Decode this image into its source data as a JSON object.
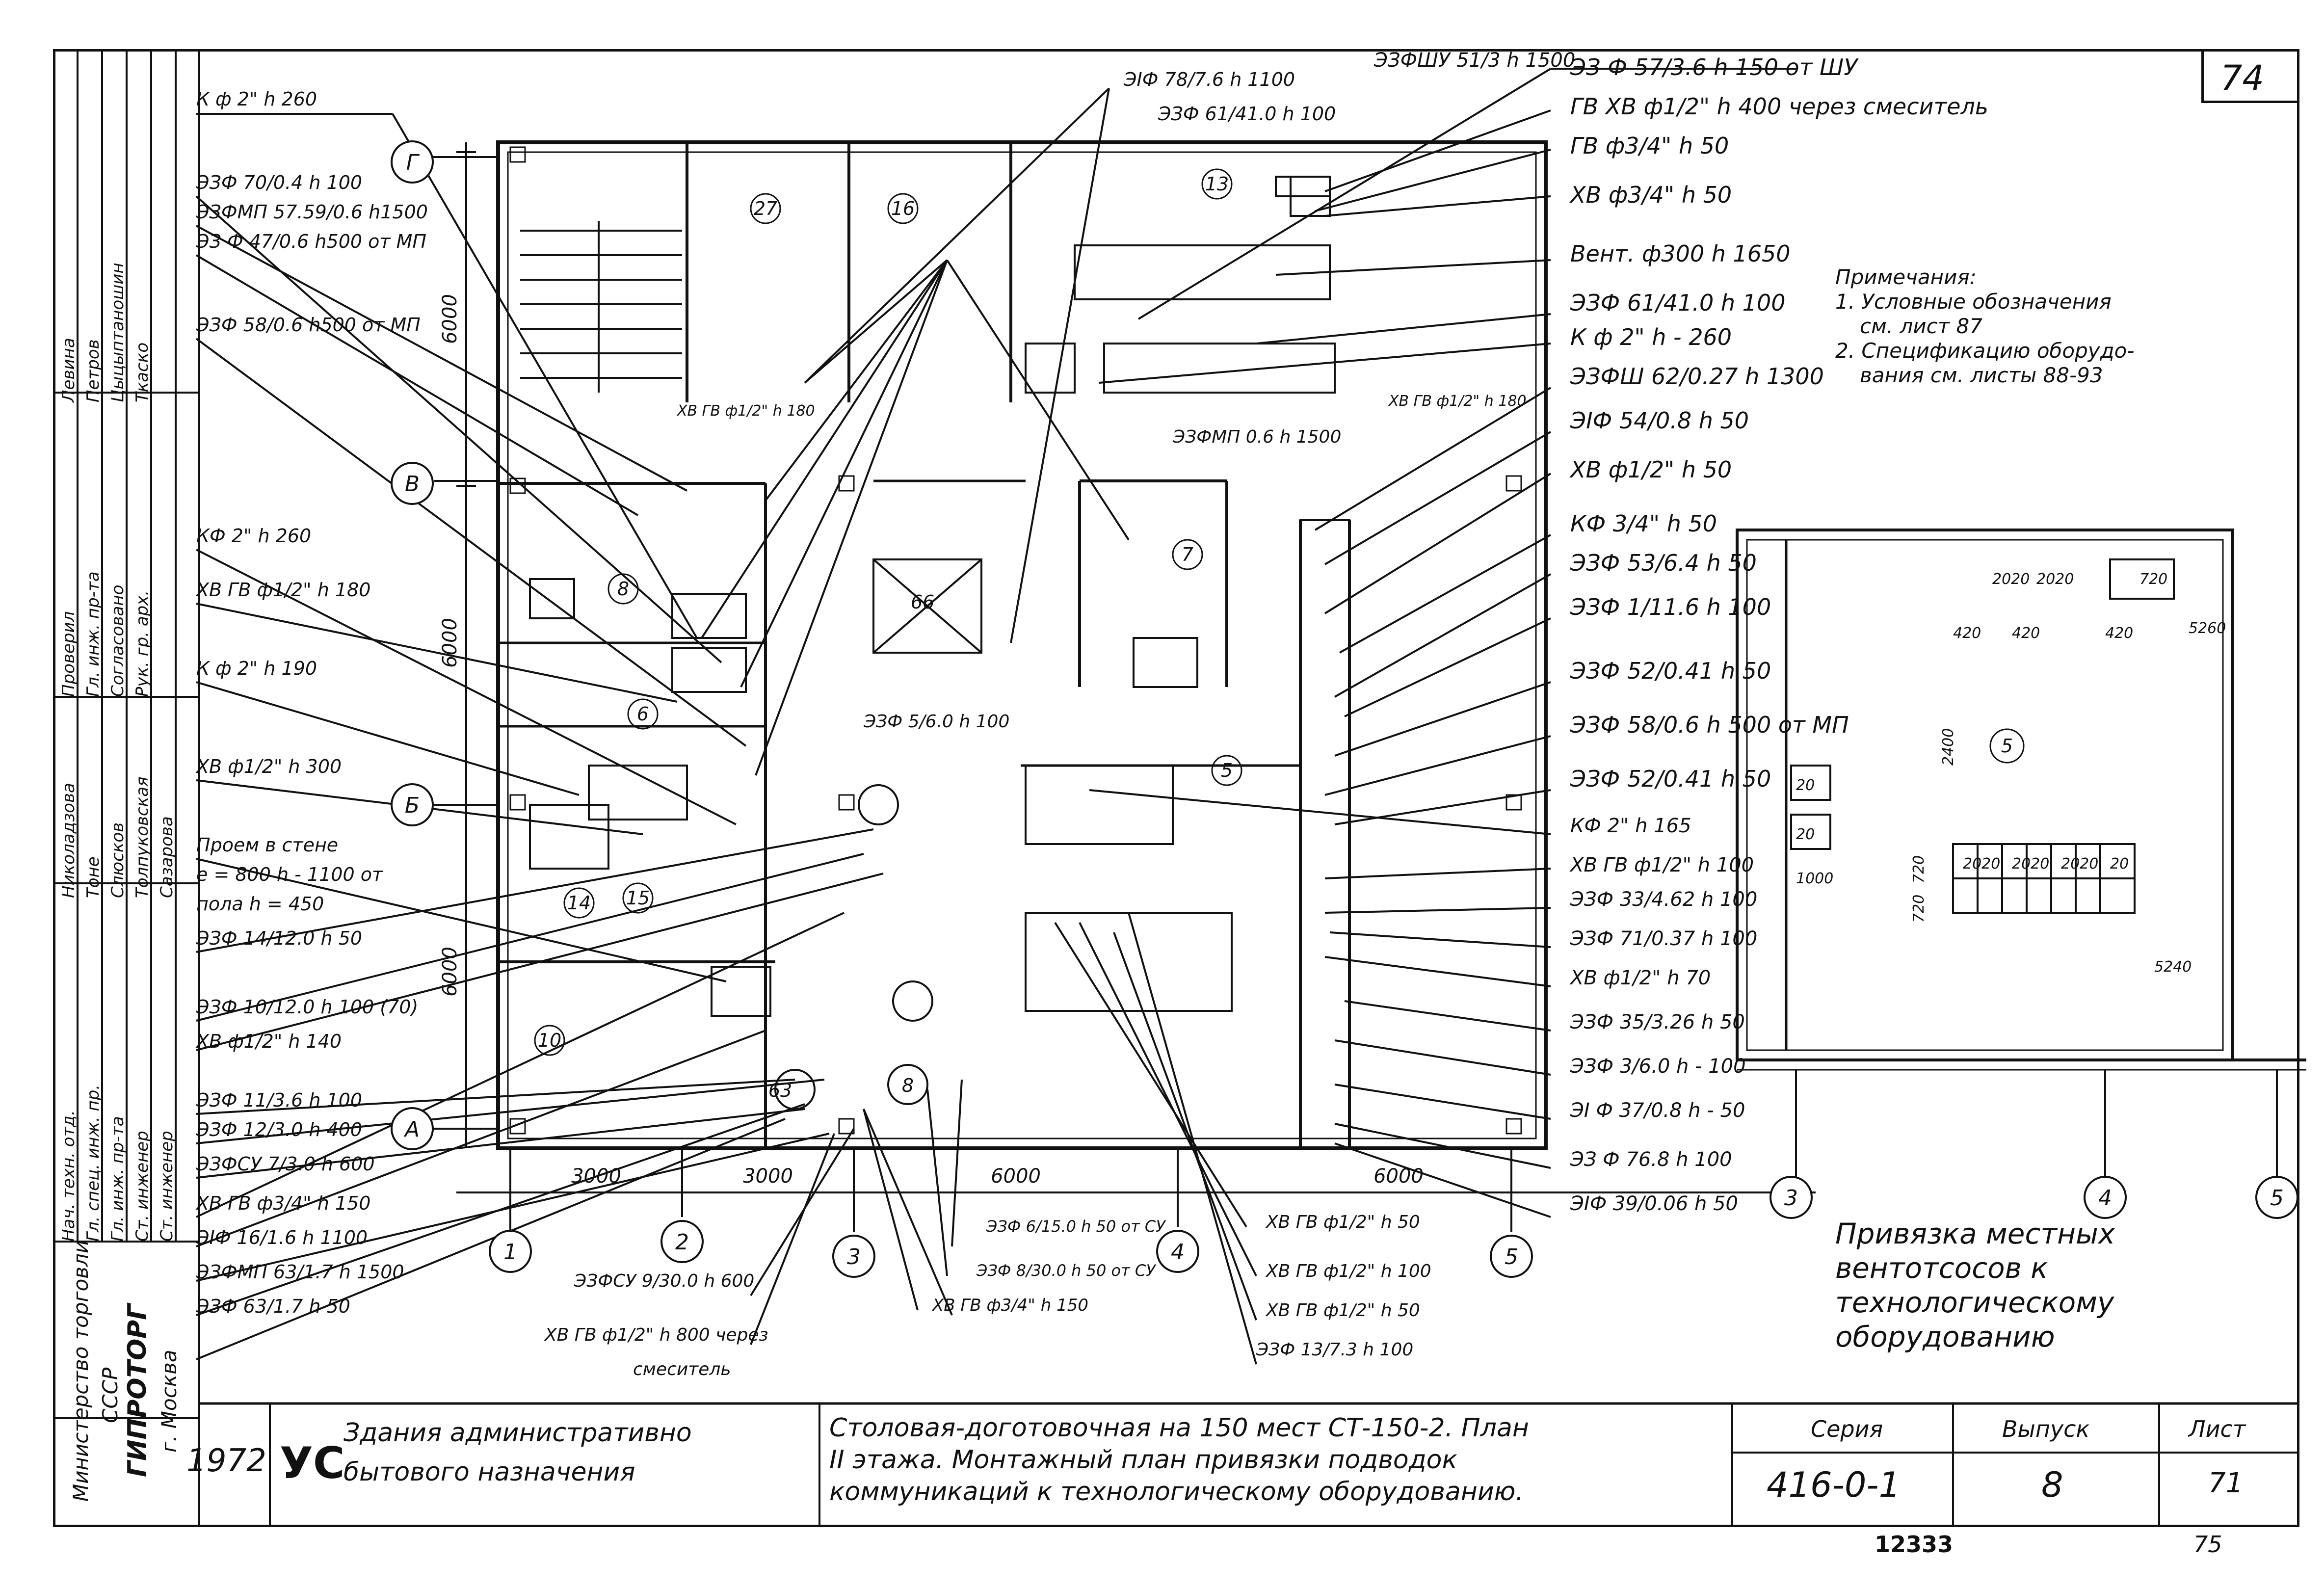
{
  "sheet_corner": "74",
  "notes": {
    "title": "Примечания:",
    "line1": "1. Условные обозначения",
    "line2": "см. лист 87",
    "line3": "2. Спецификацию оборудо-",
    "line4": "вания см. листы 88-93"
  },
  "caption": [
    "Привязка местных",
    "вентотсосов к",
    "технологическому",
    "оборудованию"
  ],
  "left_labels": [
    "К ф 2\" h 260",
    "ЭЗФ 70/0.4 h 100",
    "ЭЗФМП 57.59/0.6 h1500",
    "ЭЗ Ф 47/0.6 h500 от МП",
    "ЭЗФ 58/0.6 h500 от МП",
    "КФ 2\" h 260",
    "ХВ ГВ ф1/2\" h 180",
    "К ф 2\" h 190",
    "ХВ ф1/2\" h 300",
    "Проем в стене",
    "е = 800 h - 1100 от",
    "пола h = 450",
    "ЭЗФ 14/12.0 h 50",
    "ЭЗФ 10/12.0 h 100 (70)",
    "ХВ ф1/2\" h 140",
    "ЭЗФ 11/3.6 h 100",
    "ЭЗФ 12/3.0 h 400",
    "ЭЗФСУ 7/3.0 h 600",
    "ХВ ГВ ф3/4\" h 150",
    "ЭIФ 16/1.6 h 1100",
    "ЭЗФМП 63/1.7 h 1500",
    "ЭЗФ 63/1.7 h 50"
  ],
  "right_labels": [
    "ЭЗФШУ 51/3 h 1500",
    "ЭЗ Ф 57/3.6 h 150 от ШУ",
    "ГВ ХВ ф1/2\" h 400 через смеситель",
    "ГВ ф3/4\" h 50",
    "ХВ ф3/4\" h 50",
    "Вент. ф300 h 1650",
    "ЭЗФ 61/41.0 h 100",
    "К ф 2\" h - 260",
    "ЭЗФШ 62/0.27 h 1300",
    "ЭIФ 54/0.8 h 50",
    "ХВ ф1/2\" h 50",
    "КФ 3/4\" h 50",
    "ЭЗФ 53/6.4 h 50",
    "ЭЗФ 1/11.6 h 100",
    "ЭЗФ 52/0.41 h 50",
    "ЭЗФ 58/0.6 h 500 от МП",
    "ЭЗФ 52/0.41 h 50",
    "КФ 2\" h 165",
    "ХВ ГВ ф1/2\" h 100",
    "ЭЗФ 33/4.62 h 100",
    "ЭЗФ 71/0.37 h 100",
    "ХВ ф1/2\" h 70",
    "ЭЗФ 35/3.26 h 50",
    "ЭЗФ 3/6.0 h - 100",
    "ЭI Ф 37/0.8 h - 50",
    "ЭЗ Ф 76.8 h 100",
    "ЭIФ 39/0.06 h 50"
  ],
  "top_labels": {
    "t1": "ЭIФ 78/7.6 h 1100",
    "t2": "ЭЗФ 61/41.0 h 100",
    "t3": "ЭЗФМП 0.6 h 1500",
    "t4": "ХВ ГВ ф1/2\" h 180",
    "t5": "ХВ ГВ ф1/2\" h 180",
    "t6": "ЭЗФ 5/6.0 h 100"
  },
  "bottom_labels": [
    "ЭЗФ 6/15.0 h 50 от СУ",
    "ЭЗФ 8/30.0 h 50 от СУ",
    "ХВ ГВ ф3/4\" h 150",
    "ЭЗФСУ 9/30.0 h 600",
    "ХВ ГВ ф1/2\" h 800 через",
    "смеситель",
    "ХВ ГВ ф1/2\" h 50",
    "ХВ ГВ ф1/2\" h 100",
    "ХВ ГВ ф1/2\" h 50",
    "ЭЗФ 13/7.3 h 100"
  ],
  "axes": {
    "letters": [
      "Г",
      "В",
      "Б",
      "А"
    ],
    "numbers": [
      "1",
      "2",
      "3",
      "4",
      "5"
    ],
    "numbers_right": [
      "3",
      "4",
      "5"
    ],
    "spans": [
      "3000",
      "3000",
      "6000",
      "6000"
    ],
    "vertical_dims": [
      "6000",
      "6000",
      "6000"
    ]
  },
  "rooms": [
    "27",
    "16",
    "13",
    "7",
    "66",
    "8",
    "6",
    "5",
    "14",
    "15",
    "10",
    "63",
    "8",
    "5"
  ],
  "dims_right_block": [
    "2020",
    "2020",
    "720",
    "420",
    "420",
    "420",
    "5260",
    "2400",
    "20",
    "20",
    "1000",
    "720",
    "720",
    "5240",
    "2020",
    "2020",
    "2020",
    "20"
  ],
  "title_block": {
    "org_lines": [
      "Министерство торговли",
      "СССР",
      "ГИПРОТОРГ",
      "г. Москва"
    ],
    "year": "1972",
    "index": "УС",
    "category_line1": "Здания административно",
    "category_line2": "бытового назначения",
    "desc_line1": "Столовая-доготовочная на 150 мест СТ-150-2. План",
    "desc_line2": "II этажа. Монтажный план привязки подводок",
    "desc_line3": "коммуникаций к технологическому оборудованию.",
    "series_label": "Серия",
    "series_value": "416-0-1",
    "issue_label": "Выпуск",
    "issue_value": "8",
    "sheet_label": "Лист",
    "sheet_value": "71",
    "stamp_left": "12333",
    "stamp_right": "75"
  },
  "signature_block": {
    "roles": [
      "Нач. техн. отд.",
      "Гл. спец. инж. пр.",
      "Гл. инж. пр-та",
      "Ст. инженер",
      "Ст. инженер",
      "Проверил",
      "Гл. инж. пр-та",
      "Согласовано",
      "Рук. гр. арх."
    ],
    "names": [
      "Николадзова",
      "Тоне",
      "Слюсков",
      "Толпуковская",
      "Сазарова",
      "Левина",
      "Петров",
      "Цыцыптаношин",
      "Ткаско"
    ]
  }
}
